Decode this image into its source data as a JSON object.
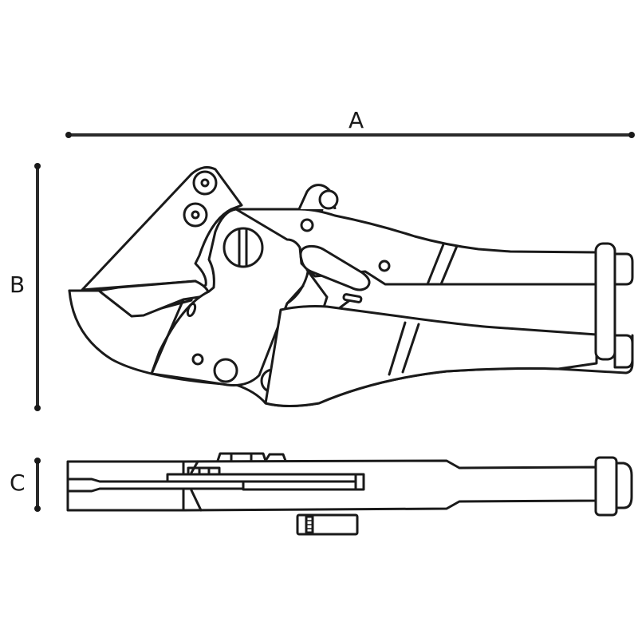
{
  "diagram": {
    "subject": "pipe cutter dimension drawing",
    "views": [
      "side-view",
      "top-view"
    ],
    "dimensions": {
      "A": {
        "label": "A",
        "orientation": "horizontal",
        "description": "overall length"
      },
      "B": {
        "label": "B",
        "orientation": "vertical",
        "description": "overall height"
      },
      "C": {
        "label": "C",
        "orientation": "vertical",
        "description": "thickness"
      }
    },
    "colors": {
      "line": "#1a1a1a",
      "background": "#ffffff"
    }
  }
}
